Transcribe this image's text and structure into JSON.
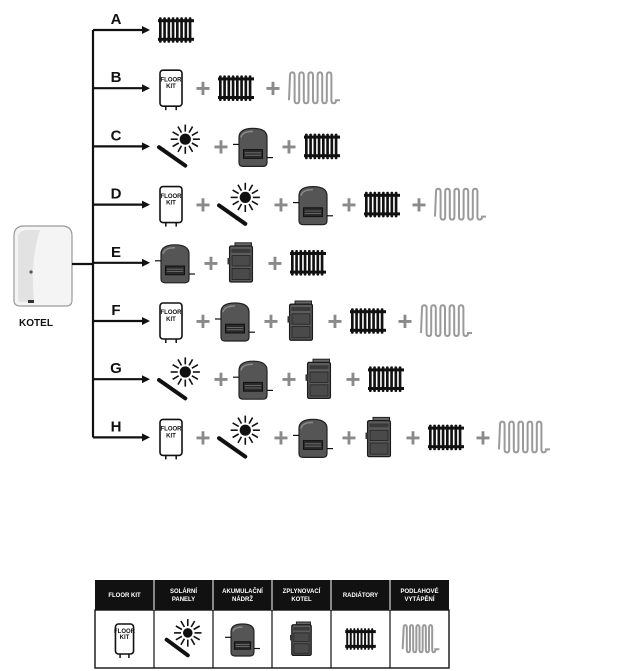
{
  "boiler": {
    "label": "KOTEL"
  },
  "floor_kit_text": [
    "FLOOR",
    "KIT"
  ],
  "branches": [
    {
      "letter": "A",
      "items": [
        "radiator-icon"
      ]
    },
    {
      "letter": "B",
      "items": [
        "floor-kit-icon",
        "radiator-icon",
        "underfloor-heating-icon"
      ]
    },
    {
      "letter": "C",
      "items": [
        "solar-panel-icon",
        "accumulation-tank-icon",
        "radiator-icon"
      ]
    },
    {
      "letter": "D",
      "items": [
        "floor-kit-icon",
        "solar-panel-icon",
        "accumulation-tank-icon",
        "radiator-icon",
        "underfloor-heating-icon"
      ]
    },
    {
      "letter": "E",
      "items": [
        "accumulation-tank-icon",
        "gasification-boiler-icon",
        "radiator-icon"
      ]
    },
    {
      "letter": "F",
      "items": [
        "floor-kit-icon",
        "accumulation-tank-icon",
        "gasification-boiler-icon",
        "radiator-icon",
        "underfloor-heating-icon"
      ]
    },
    {
      "letter": "G",
      "items": [
        "solar-panel-icon",
        "accumulation-tank-icon",
        "gasification-boiler-icon",
        "radiator-icon"
      ]
    },
    {
      "letter": "H",
      "items": [
        "floor-kit-icon",
        "solar-panel-icon",
        "accumulation-tank-icon",
        "gasification-boiler-icon",
        "radiator-icon",
        "underfloor-heating-icon"
      ]
    }
  ],
  "plus_sign": "+",
  "legend": {
    "columns": [
      {
        "header": [
          "FLOOR KIT"
        ],
        "icon": "floor-kit-icon"
      },
      {
        "header": [
          "SOLÁRNÍ",
          "PANELY"
        ],
        "icon": "solar-panel-icon"
      },
      {
        "header": [
          "AKUMULAČNÍ",
          "NÁDRŽ"
        ],
        "icon": "accumulation-tank-icon"
      },
      {
        "header": [
          "ZPLYNOVACÍ",
          "KOTEL"
        ],
        "icon": "gasification-boiler-icon"
      },
      {
        "header": [
          "RADIÁTORY"
        ],
        "icon": "radiator-icon"
      },
      {
        "header": [
          "PODLAHOVÉ",
          "VYTÁPĚNÍ"
        ],
        "icon": "underfloor-heating-icon"
      }
    ]
  }
}
